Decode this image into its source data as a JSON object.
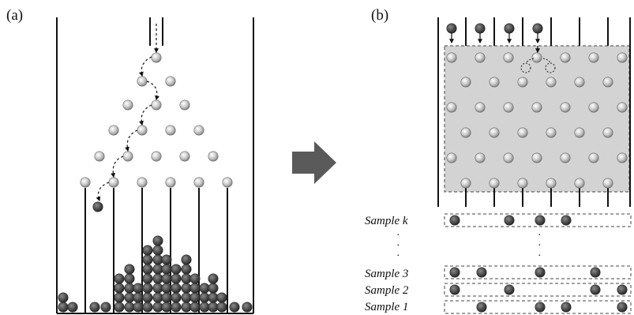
{
  "panel_a": {
    "label": "(a)"
  },
  "panel_b": {
    "label": "(b)"
  },
  "samples": [
    {
      "label": "Sample k"
    },
    {
      "label": "Sample 3"
    },
    {
      "label": "Sample 2"
    },
    {
      "label": "Sample 1"
    }
  ],
  "ellipsis": "·",
  "colors": {
    "ink": "#111111",
    "peg_fill": "#c8c8c8",
    "ball_fill": "#4a4a4a",
    "shaded_region": "#d3d3d3",
    "arrow": "#5a5a5a"
  },
  "icons": {
    "arrow": "right-arrow-icon",
    "peg": "peg-icon",
    "ball": "ball-icon"
  }
}
